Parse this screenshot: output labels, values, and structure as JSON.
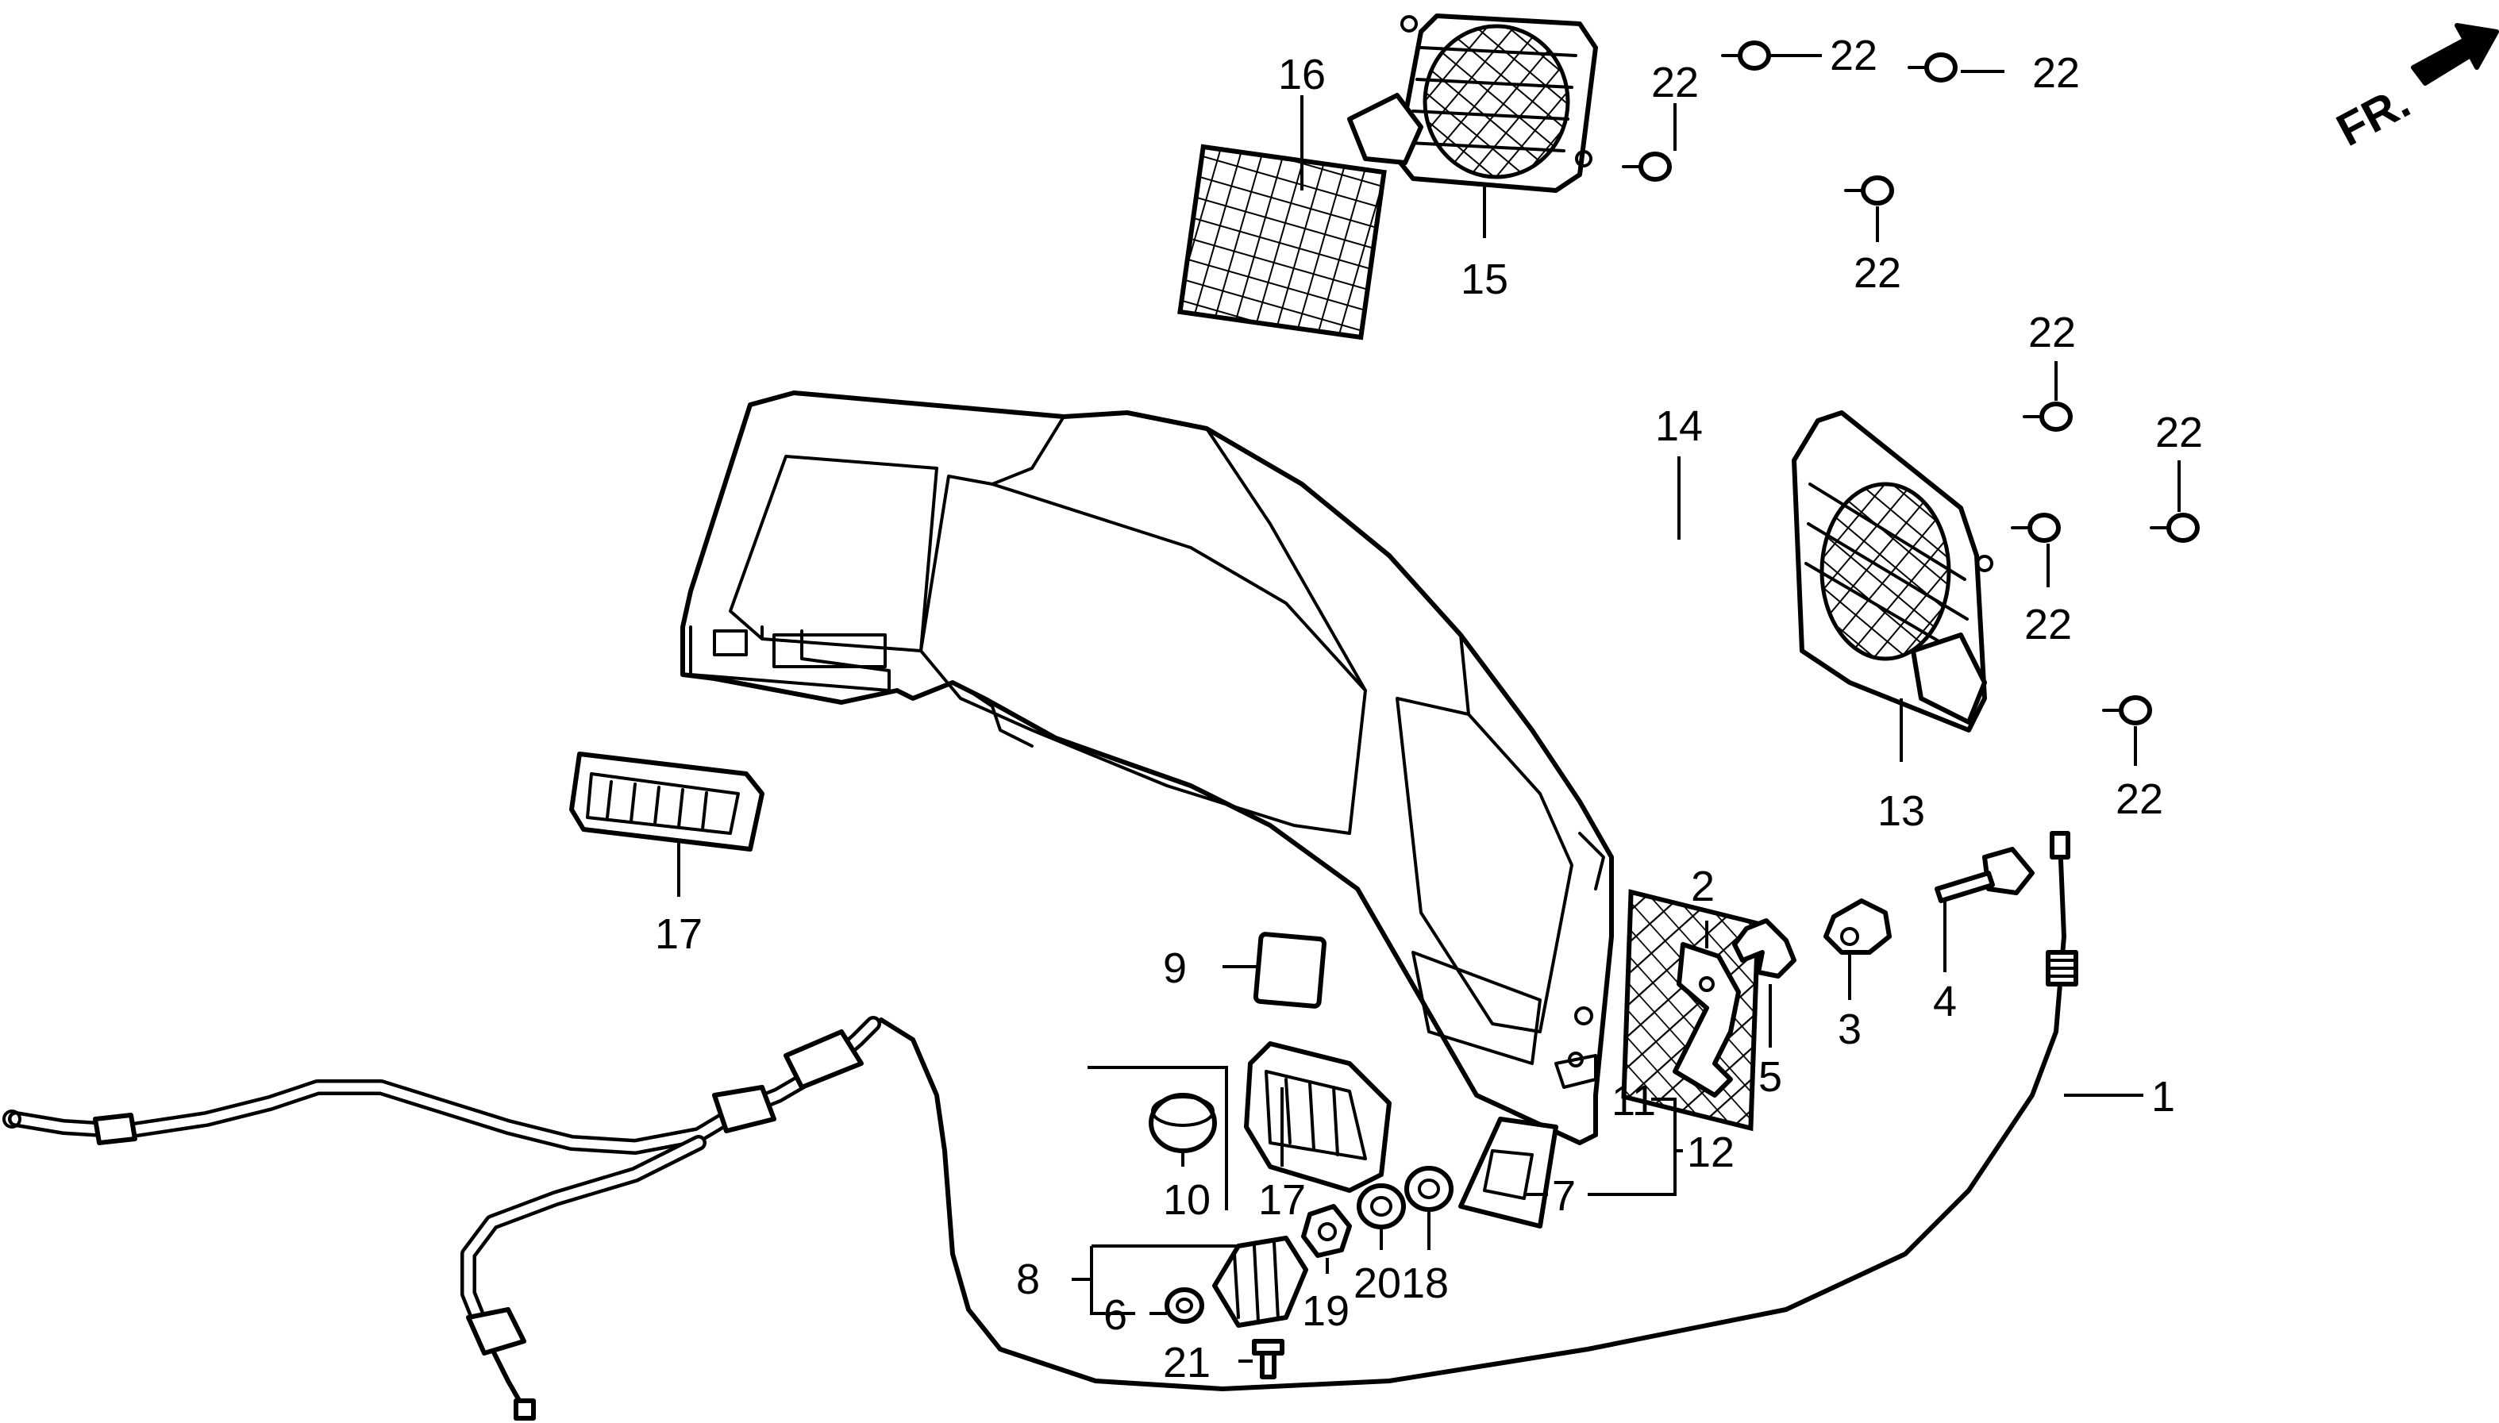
{
  "diagram": {
    "direction_label": "FR.",
    "callouts": {
      "c1": "1",
      "c2": "2",
      "c3": "3",
      "c4": "4",
      "c5": "5",
      "c6": "6",
      "c7": "7",
      "c8": "8",
      "c9": "9",
      "c10": "10",
      "c11": "11",
      "c12": "12",
      "c13": "13",
      "c14": "14",
      "c15": "15",
      "c16": "16",
      "c17a": "17",
      "c17b": "17",
      "c18": "18",
      "c19": "19",
      "c20": "20",
      "c21": "21",
      "c22a": "22",
      "c22b": "22",
      "c22c": "22",
      "c22d": "22",
      "c22e": "22",
      "c22f": "22",
      "c22g": "22",
      "c22h": "22"
    }
  }
}
